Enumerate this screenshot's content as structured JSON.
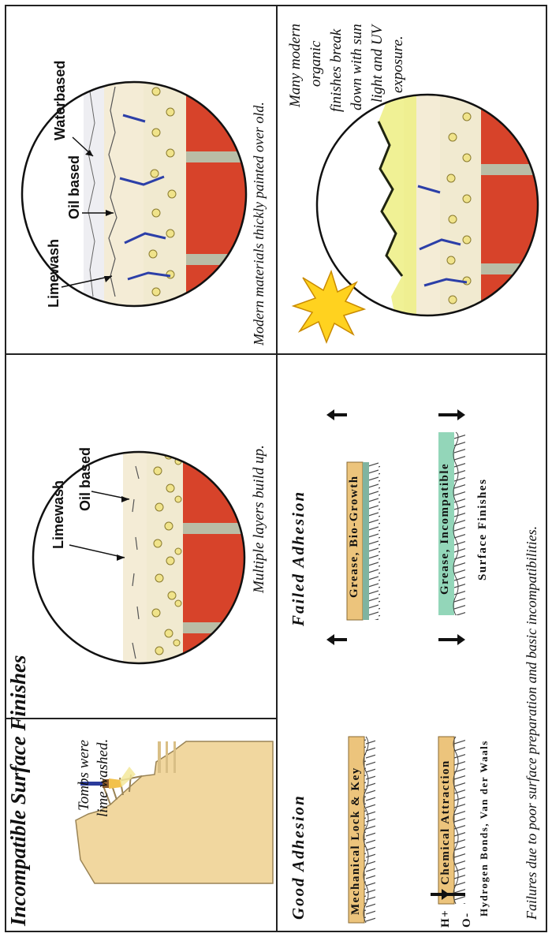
{
  "panel_title": "Incompatible Surface Finishes",
  "tomb_panel": {
    "caption_line1": "Tombs were",
    "caption_line2": "lime washed."
  },
  "layers_panel": {
    "labels": {
      "limewash": "Limewash",
      "oil_based": "Oil based"
    },
    "caption": "Multiple layers build up."
  },
  "modern_panel": {
    "labels": {
      "limewash": "Limewash",
      "oil_based": "Oil based",
      "waterbased": "Waterbased"
    },
    "caption": "Modern materials thickly painted over old."
  },
  "uv_panel": {
    "caption_lines": [
      "Many modern",
      "organic",
      "finishes break",
      "down with sun",
      "light and UV",
      "exposure."
    ]
  },
  "adhesion_panel": {
    "good_heading": "Good Adhesion",
    "failed_heading": "Failed Adhesion",
    "mechanical": "Mechanical Lock & Key",
    "chemical": "Chemical Attraction",
    "h_plus": "H+",
    "o_minus": "O-",
    "bonds": "Hydrogen Bonds, Van der Waals",
    "grease_bio": "Grease, Bio-Growth",
    "grease_incompat_1": "Grease, Incompatible",
    "grease_incompat_2": "Surface Finishes",
    "caption": "Failures due to poor surface preparation and basic incompatibilities."
  },
  "colors": {
    "brick": "#d7432a",
    "mortar": "#b9bda6",
    "plaster": "#f1ead0",
    "limewash": "#f4ecd6",
    "crack_blue": "#2c3fa8",
    "stone_tan": "#f1d79f",
    "sun": "#ffd21f",
    "strip_tan": "#ecc47c",
    "strip_green": "#93d6b9"
  }
}
